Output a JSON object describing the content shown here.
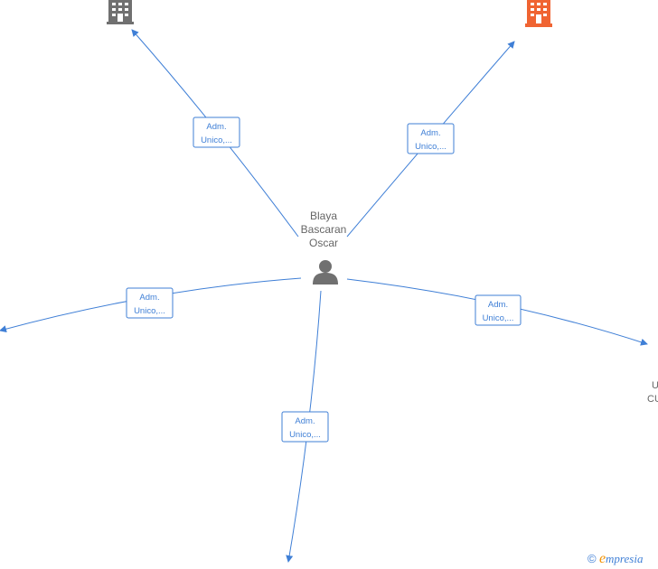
{
  "person": {
    "name_lines": [
      "Blaya",
      "Bascaran",
      "Oscar"
    ],
    "icon": "person-icon",
    "color": "#707070"
  },
  "companies": [
    {
      "id": "company-top-left",
      "icon": "building-icon",
      "color": "#707070"
    },
    {
      "id": "company-top-right",
      "icon": "building-icon",
      "color": "#f06432"
    }
  ],
  "edges": [
    {
      "id": "edge-top-left",
      "label_lines": [
        "Adm.",
        "Unico,..."
      ]
    },
    {
      "id": "edge-top-right",
      "label_lines": [
        "Adm.",
        "Unico,..."
      ]
    },
    {
      "id": "edge-left",
      "label_lines": [
        "Adm.",
        "Unico,..."
      ]
    },
    {
      "id": "edge-right",
      "label_lines": [
        "Adm.",
        "Unico,..."
      ]
    },
    {
      "id": "edge-bottom",
      "label_lines": [
        "Adm.",
        "Unico,..."
      ]
    }
  ],
  "clipped_right_text": [
    "U",
    "CU"
  ],
  "footer": {
    "copyright": "©",
    "brand_initial": "e",
    "brand_rest": "mpresia"
  },
  "colors": {
    "edge": "#3f7fd6",
    "node_gray": "#707070",
    "node_orange": "#f06432"
  }
}
